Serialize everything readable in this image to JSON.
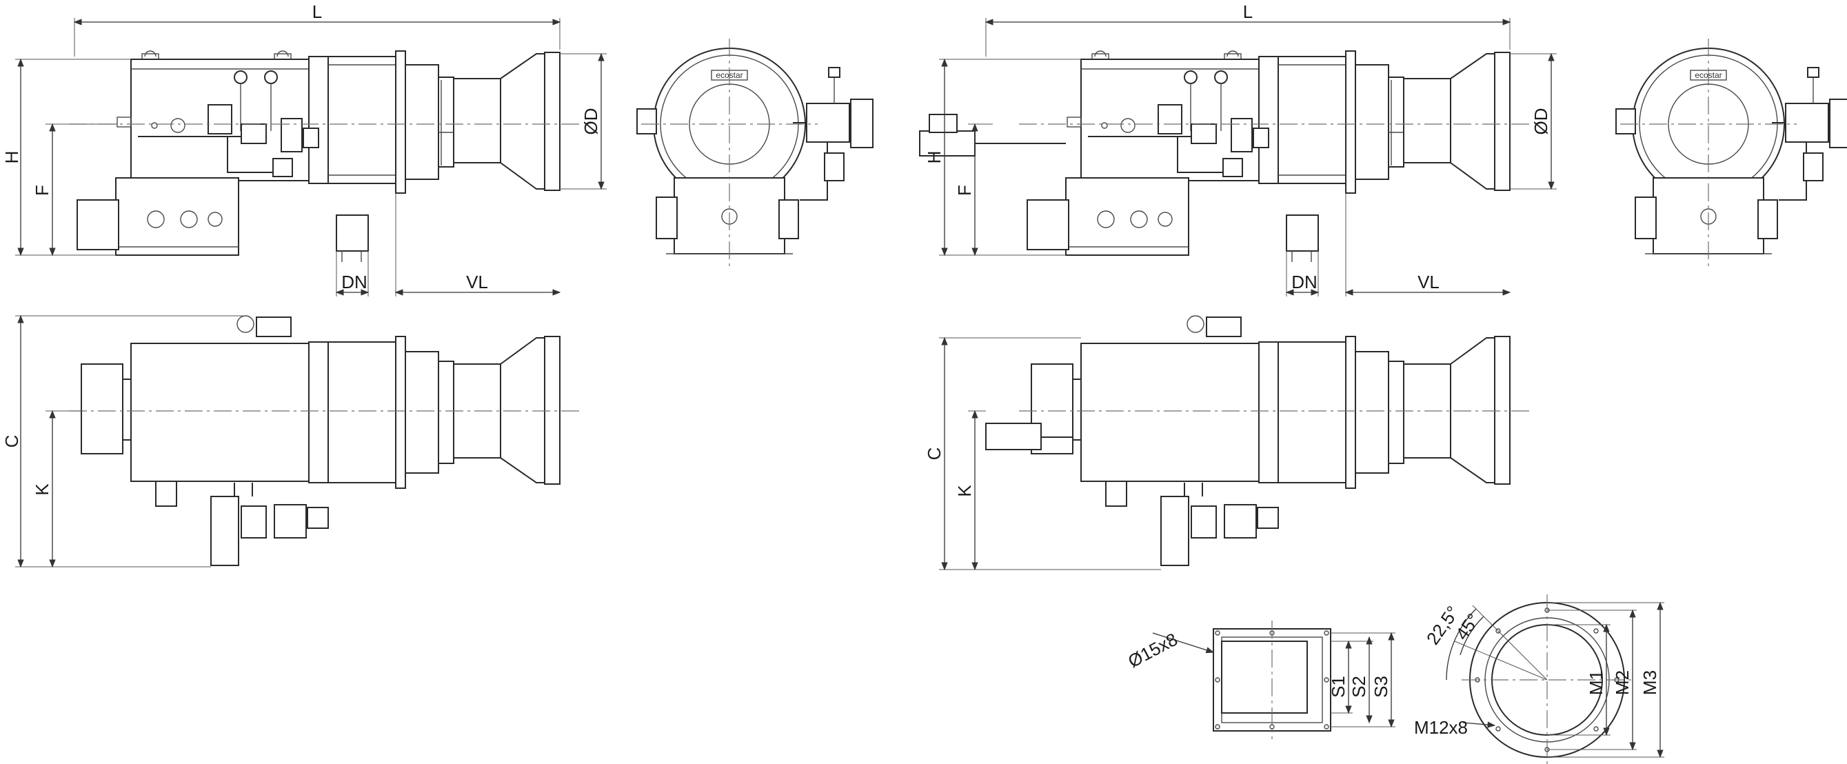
{
  "dimension_labels": {
    "L": "L",
    "H": "H",
    "F": "F",
    "DN": "DN",
    "VL": "VL",
    "OD": "ØD",
    "C": "C",
    "K": "K",
    "bolt_holes_square": "Ø15x8",
    "S1": "S1",
    "S2": "S2",
    "S3": "S3",
    "angle_small": "22,5°",
    "angle_large": "45°",
    "M1": "M1",
    "M2": "M2",
    "M3": "M3",
    "bolt_thread": "M12x8"
  },
  "brand_text": "ecostar",
  "colors": {
    "line": "#2a2a2a",
    "background": "#ffffff"
  }
}
